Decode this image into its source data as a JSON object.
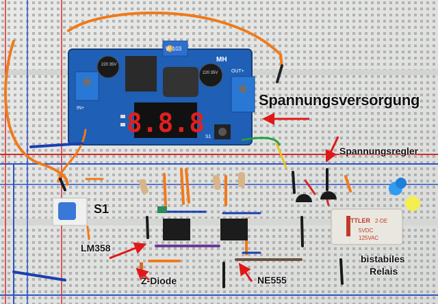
{
  "labels": {
    "power_supply": "Spannungsversorgung",
    "voltage_regulator": "Spannungsregler",
    "switch": "S1",
    "opamp": "LM358",
    "zener": "Z-Diode",
    "timer": "NE555",
    "relay_line1": "bistabiles",
    "relay_line2": "Relais"
  },
  "module": {
    "display_value": "8.8.8",
    "pot_marking": "W 103",
    "brand_mark": "MH",
    "pad_s1": "S1",
    "pad_out": "OUT+",
    "pad_in": "IN+",
    "capacitor_left": "220 35V",
    "capacitor_right": "220 35V"
  },
  "relay": {
    "brand": "TTLER",
    "marking": "2-DE",
    "rating1": "5VDC",
    "rating2": "125VAC"
  },
  "colors": {
    "breadboard": "#e8e8e6",
    "pcb_blue": "#1f5fb5",
    "arrow_red": "#e01818",
    "wire_orange": "#f07a1a",
    "rail_blue": "#2a52c9",
    "rail_red": "#d42a2a",
    "led_blue": "#2f9cf0",
    "led_yellow": "#f4ee50"
  }
}
